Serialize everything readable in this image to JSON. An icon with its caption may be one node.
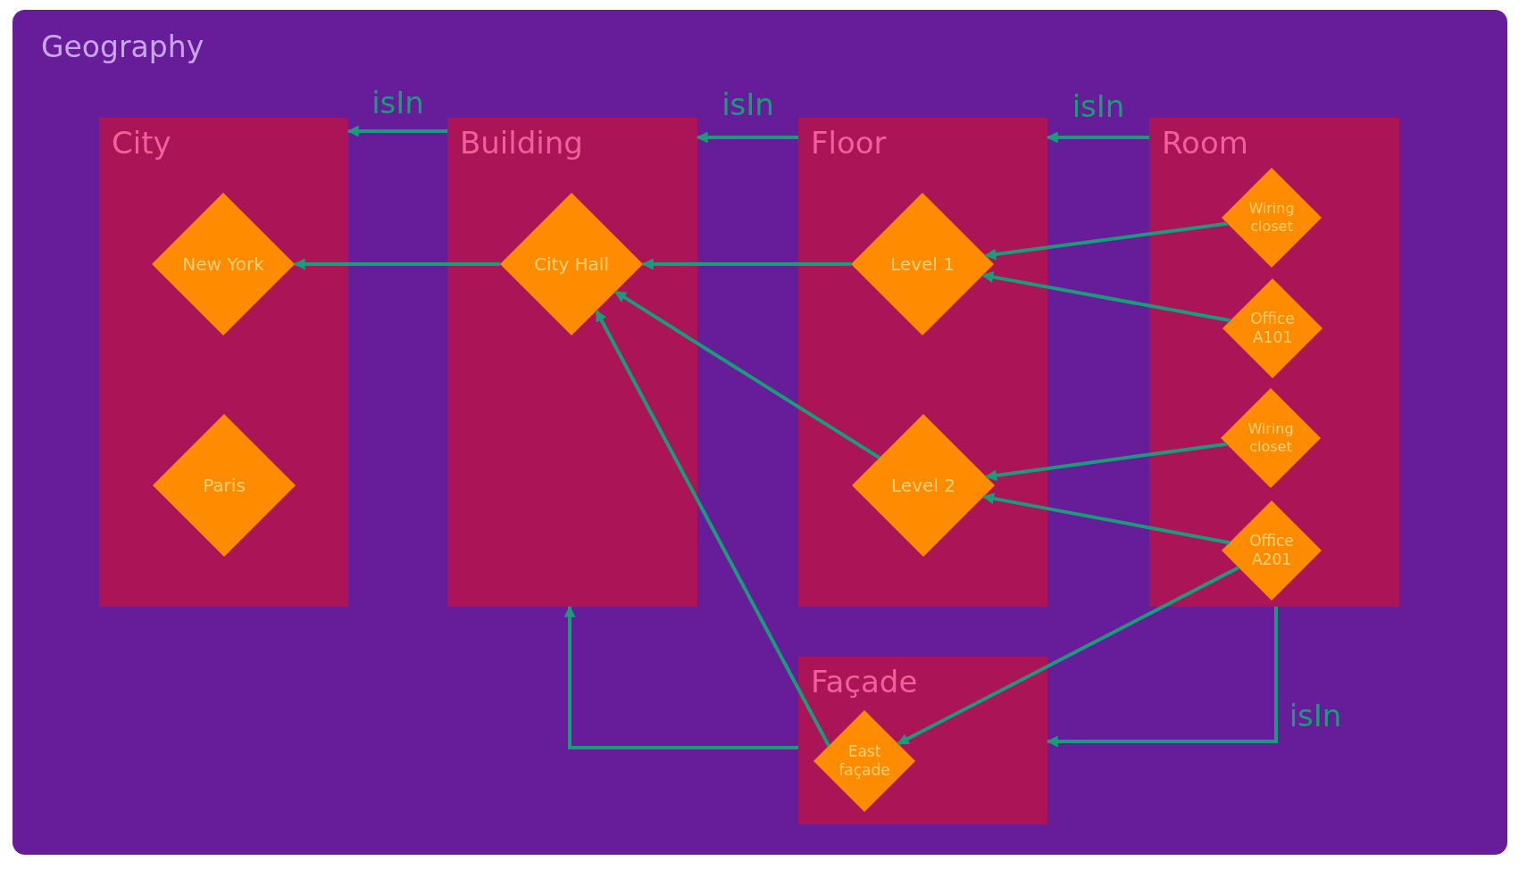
{
  "diagram": {
    "nodes": [
      {
        "text": [
          "Geography"
        ]
      },
      {
        "text": [
          "City"
        ],
        "in": 0
      },
      {
        "text": [
          "New York"
        ],
        "in": 1
      },
      {
        "text": [
          "Paris"
        ],
        "in": 1
      },
      {
        "text": [
          "Building"
        ],
        "in": 0
      },
      {
        "text": [
          "City Hall"
        ],
        "in": 4
      },
      {
        "text": [
          "Floor"
        ],
        "in": 0
      },
      {
        "text": [
          "Level 1"
        ],
        "in": 6
      },
      {
        "text": [
          "Level 2"
        ],
        "in": 6
      },
      {
        "text": [
          "Room"
        ],
        "in": 0
      },
      {
        "text": [
          "Wiring closet"
        ],
        "in": 9
      },
      {
        "text": [
          "Office A101"
        ],
        "in": 9
      },
      {
        "text": [
          "Wiring closet"
        ],
        "in": 9
      },
      {
        "text": [
          "Office A201"
        ],
        "in": 9
      },
      {
        "text": [
          "Façade"
        ],
        "in": 0
      },
      {
        "text": [
          "East façade"
        ],
        "in": 14
      }
    ],
    "edges": [
      {
        "from": 4,
        "to": 1,
        "arrow": "to",
        "label": "isIn"
      },
      {
        "from": 6,
        "to": 4,
        "arrow": "to",
        "label": "isIn"
      },
      {
        "from": 9,
        "to": 6,
        "arrow": "to",
        "label": "isIn"
      },
      {
        "from": 5,
        "to": 2,
        "arrow": "to"
      },
      {
        "from": 7,
        "to": 5,
        "arrow": "to"
      },
      {
        "from": 8,
        "to": 5,
        "arrow": "to"
      },
      {
        "from": 10,
        "to": 7,
        "arrow": "to"
      },
      {
        "from": 11,
        "to": 7,
        "arrow": "to"
      },
      {
        "from": 12,
        "to": 8,
        "arrow": "to"
      },
      {
        "from": 13,
        "to": 8,
        "arrow": "to"
      },
      {
        "from": 13,
        "to": 15,
        "arrow": "to"
      },
      {
        "from": 15,
        "to": 5,
        "arrow": "to"
      },
      {
        "from": 14,
        "to": 4,
        "arrow": "to"
      },
      {
        "from": 9,
        "to": 14,
        "arrow": "to",
        "label": "isIn"
      }
    ]
  }
}
